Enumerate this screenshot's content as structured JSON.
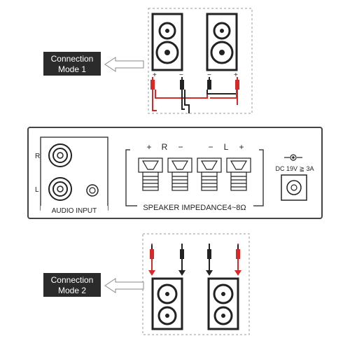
{
  "modes": [
    {
      "line1": "Connection",
      "line2": "Mode 1"
    },
    {
      "line1": "Connection",
      "line2": "Mode 2"
    }
  ],
  "amp": {
    "input_r": "R",
    "input_l": "L",
    "audio_input": "AUDIO INPUT",
    "plus": "+",
    "minus": "−",
    "channel_r": "R",
    "channel_l": "L",
    "impedance": "SPEAKER IMPEDANCE4~8Ω",
    "dc_label": "DC 19V ≧ 3A"
  },
  "polarity": {
    "top_left": [
      "+",
      "−"
    ],
    "top_right": [
      "−",
      "+"
    ]
  },
  "colors": {
    "red": "#d62a2a",
    "black": "#222222",
    "label_bg": "#2b2b2b"
  }
}
